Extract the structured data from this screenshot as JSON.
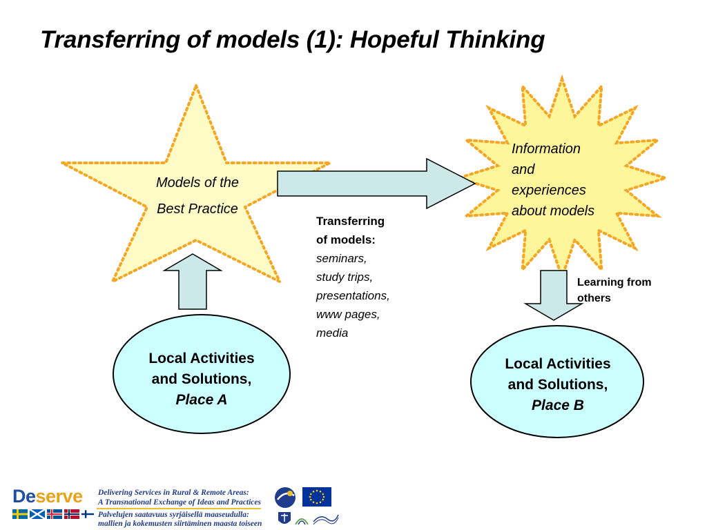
{
  "title": "Transferring of models (1): Hopeful Thinking",
  "star": {
    "label_line1": "Models of the",
    "label_line2": "Best Practice"
  },
  "burst": {
    "line1": "Information",
    "line2": "and",
    "line3": "experiences",
    "line4": "about models"
  },
  "transfer": {
    "heading_line1": "Transferring",
    "heading_line2": "of models:",
    "items": [
      "seminars,",
      "study trips,",
      "presentations,",
      "www pages,",
      "media"
    ]
  },
  "learning": {
    "line1": "Learning from",
    "line2": "others"
  },
  "ellipse_a": {
    "line1": "Local Activities",
    "line2": "and Solutions,",
    "place": "Place A"
  },
  "ellipse_b": {
    "line1": "Local Activities",
    "line2": "and Solutions,",
    "place": "Place B"
  },
  "footer": {
    "logo_part1": "De",
    "logo_part2": "serve",
    "line1": "Delivering Services in Rural & Remote Areas:",
    "line2": "A Transnational Exchange of Ideas and Practices",
    "line3": "Palvelujen saatavuus syrjäisellä maaseudulla:",
    "line4": "mallien ja kokemusten siirtäminen maasta toiseen"
  },
  "colors": {
    "shape_fill": "#fffbc6",
    "burst_fill": "#fff59a",
    "dotted_stroke": "#f5a623",
    "arrow_fill": "#cce8e8",
    "ellipse_fill": "#ccffff",
    "logo_blue": "#1f4fa0"
  }
}
